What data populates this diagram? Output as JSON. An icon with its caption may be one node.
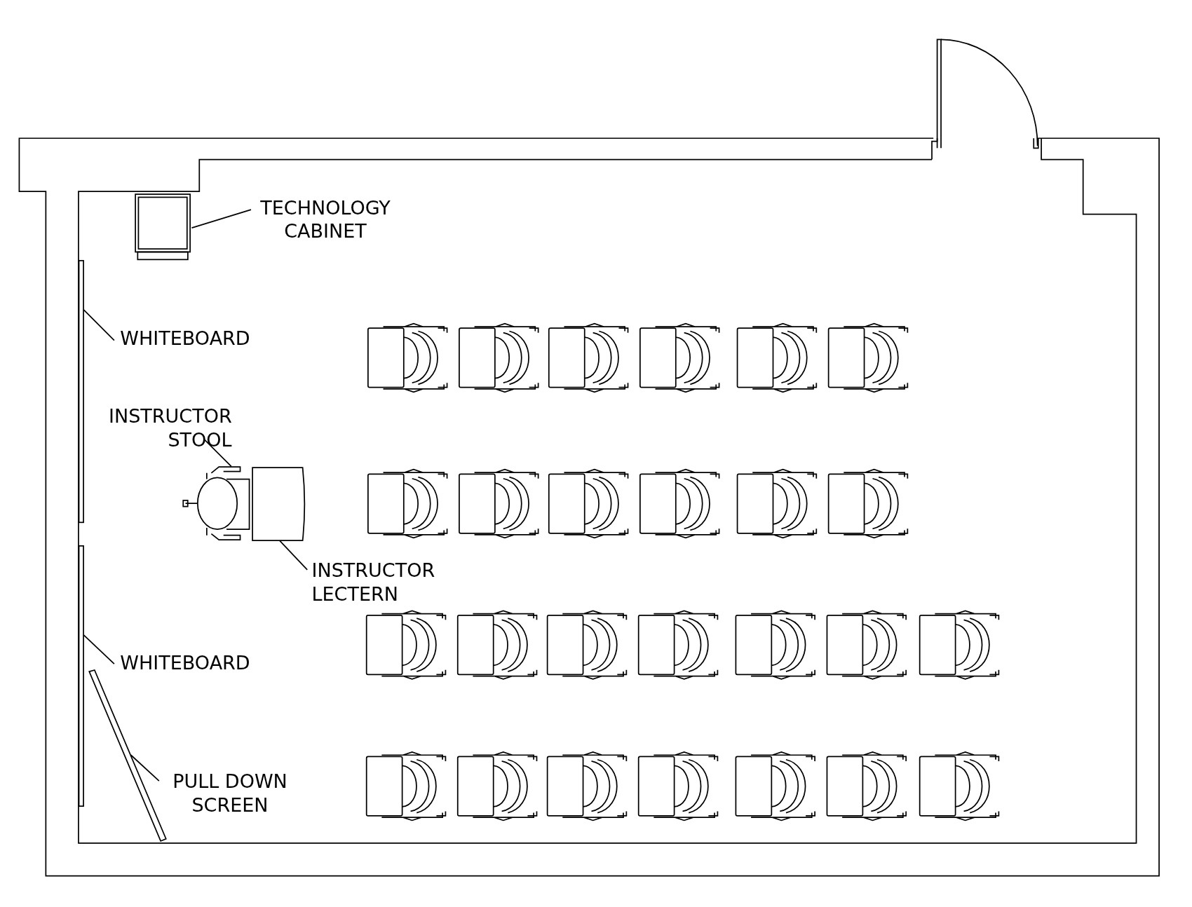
{
  "diagram": {
    "nodes": [
      {
        "text": [
          "TECHNOLOGY CABINET"
        ]
      },
      {
        "text": [],
        "shape": "box"
      },
      {
        "text": [
          "WHITEBOARD"
        ]
      },
      {
        "text": [],
        "shape": "bar"
      },
      {
        "text": [
          "INSTRUCTOR STOOL"
        ]
      },
      {
        "text": [],
        "shape": "picture"
      },
      {
        "text": [
          "INSTRUCTOR LECTERN"
        ]
      },
      {
        "text": [],
        "shape": "box"
      },
      {
        "text": [
          "WHITEBOARD"
        ]
      },
      {
        "text": [],
        "shape": "bar"
      },
      {
        "text": [
          "PULL DOWN SCREEN"
        ]
      },
      {
        "text": [],
        "shape": "bar"
      }
    ],
    "edges": [
      {
        "from": 0,
        "to": 1,
        "arrow": "none"
      },
      {
        "from": 2,
        "to": 3,
        "arrow": "none"
      },
      {
        "from": 4,
        "to": 5,
        "arrow": "none"
      },
      {
        "from": 6,
        "to": 7,
        "arrow": "none"
      },
      {
        "from": 8,
        "to": 9,
        "arrow": "none"
      },
      {
        "from": 10,
        "to": 11,
        "arrow": "none"
      }
    ]
  }
}
